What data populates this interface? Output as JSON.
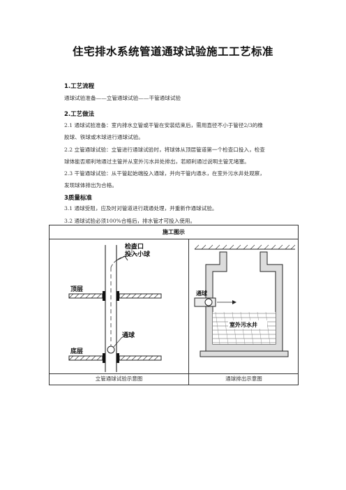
{
  "doc": {
    "title": "住宅排水系统管道通球试验施工工艺标准",
    "sections": [
      {
        "heading": "1.工艺流程",
        "paragraphs": [
          "通球试验准备——立管通球试验——干管通球试验"
        ]
      },
      {
        "heading": "2.工艺做法",
        "paragraphs": [
          "2.1 通球试验准备：室内排水立管或干管在安装结束后，需用直径不小于管径2/3的橡",
          "胶球、铁球或木球进行通球试验。",
          "2.2 立管通球试验：立管进行通球试验时，将球体从顶层管道第一个检查口投入，检查",
          "球体能否顺利地通过主管并从室外污水井处排出，若顺利通过说明主管无堵塞。",
          "2.3 干管通球试验：从干管起始端投入通球，并向干管内通水，在室外污水井处观察，",
          "发现球体排出为合格。"
        ]
      },
      {
        "heading": "3质量标准",
        "paragraphs": [
          "3.1 通球受阻，应及时对管道进行疏通处理，并重新作通球试验。",
          "3.2 通球试验必须100%合格后，排水管才可投入使用。"
        ]
      }
    ]
  },
  "table": {
    "header": "施工图示",
    "left_caption": "立管通球试验示意图",
    "right_caption": "通球排出示意图",
    "left_figure": {
      "label_inspection": "检查口",
      "label_drop": "投入小球",
      "label_top": "顶层",
      "label_ball": "通球",
      "label_bottom": "底层"
    },
    "right_figure": {
      "label_ball": "通球",
      "label_well": "室外污水井"
    }
  }
}
